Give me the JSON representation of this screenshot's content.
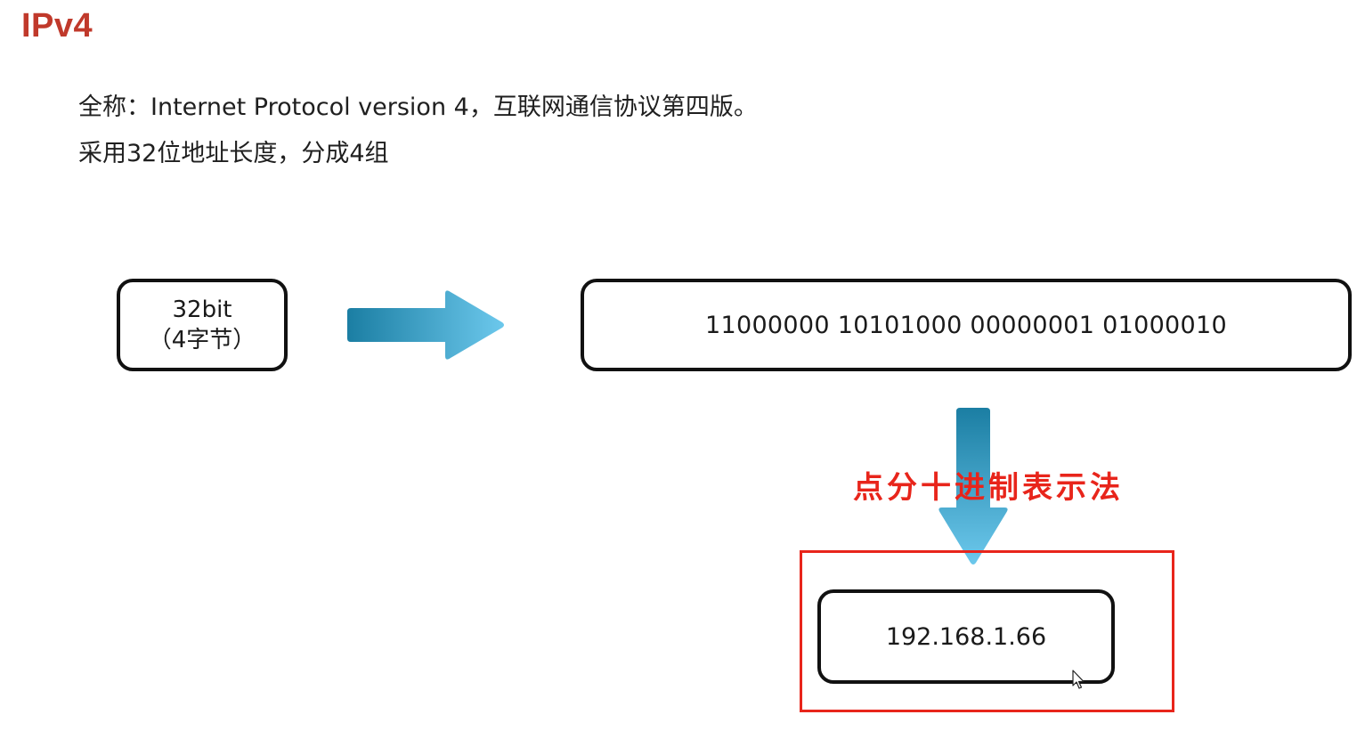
{
  "header": {
    "title": "IPv4"
  },
  "intro": {
    "line1": "全称：Internet Protocol version 4，互联网通信协议第四版。",
    "line2": "采用32位地址长度，分成4组"
  },
  "diagram": {
    "bits_box": {
      "line1": "32bit",
      "line2": "（4字节）"
    },
    "binary_box": {
      "value": "11000000 10101000 00000001 01000010"
    },
    "notation_label": "点分十进制表示法",
    "dotted_box": {
      "value": "192.168.1.66"
    },
    "icons": {
      "right_arrow": "arrow-right-icon",
      "down_arrow": "arrow-down-icon",
      "cursor": "mouse-cursor-icon"
    }
  },
  "colors": {
    "title": "#c0392b",
    "highlight": "#e8251b",
    "arrow_dark": "#1b7ea3",
    "arrow_light": "#6cc8ec"
  }
}
